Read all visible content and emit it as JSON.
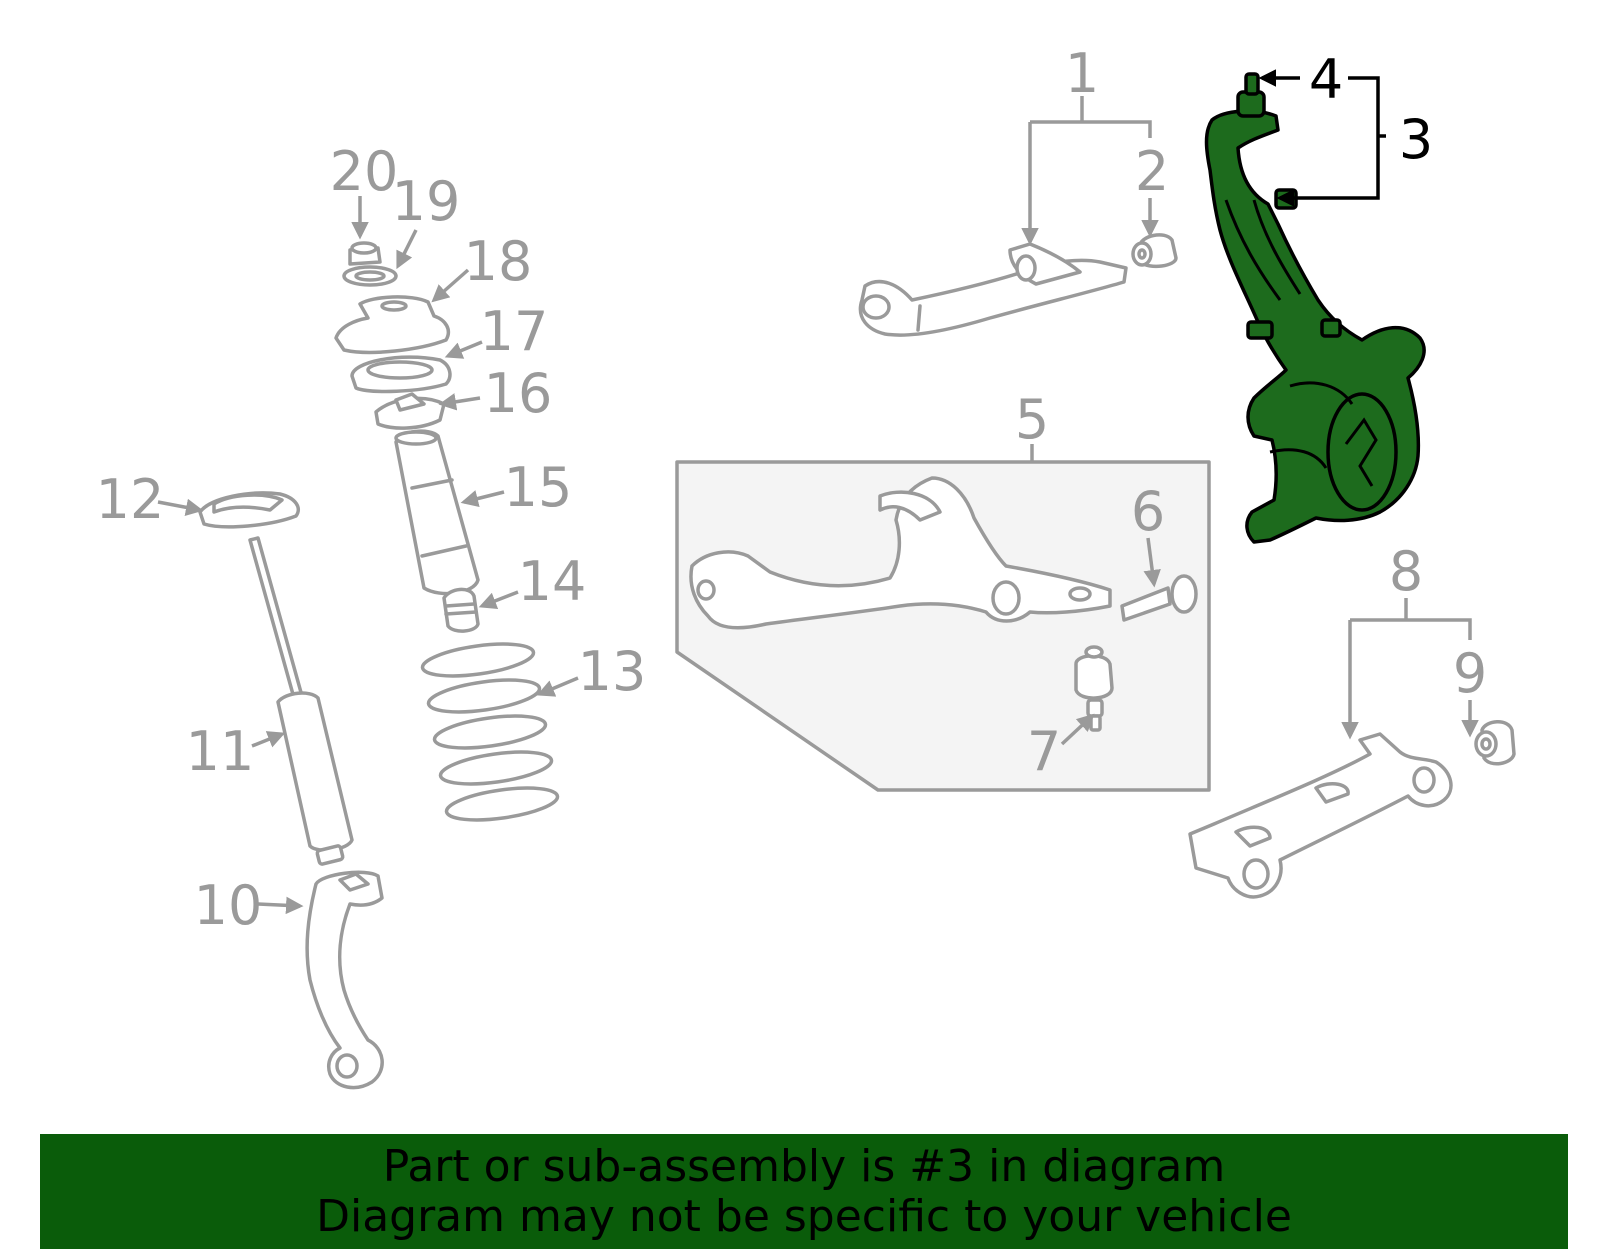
{
  "callouts": [
    {
      "id": "1",
      "label": "1"
    },
    {
      "id": "2",
      "label": "2"
    },
    {
      "id": "3",
      "label": "3",
      "highlighted": true
    },
    {
      "id": "4",
      "label": "4",
      "highlighted": true
    },
    {
      "id": "5",
      "label": "5"
    },
    {
      "id": "6",
      "label": "6"
    },
    {
      "id": "7",
      "label": "7"
    },
    {
      "id": "8",
      "label": "8"
    },
    {
      "id": "9",
      "label": "9"
    },
    {
      "id": "10",
      "label": "10"
    },
    {
      "id": "11",
      "label": "11"
    },
    {
      "id": "12",
      "label": "12"
    },
    {
      "id": "13",
      "label": "13"
    },
    {
      "id": "14",
      "label": "14"
    },
    {
      "id": "15",
      "label": "15"
    },
    {
      "id": "16",
      "label": "16"
    },
    {
      "id": "17",
      "label": "17"
    },
    {
      "id": "18",
      "label": "18"
    },
    {
      "id": "19",
      "label": "19"
    },
    {
      "id": "20",
      "label": "20"
    }
  ],
  "banner": {
    "line1": "Part or sub-assembly is #3 in diagram",
    "line2": "Diagram may not be specific to your vehicle"
  },
  "colors": {
    "highlight_part": "#1d6b1d",
    "banner_background": "#0a5c0a",
    "line_gray": "#9a9a9a",
    "banner_text": "#000000"
  }
}
